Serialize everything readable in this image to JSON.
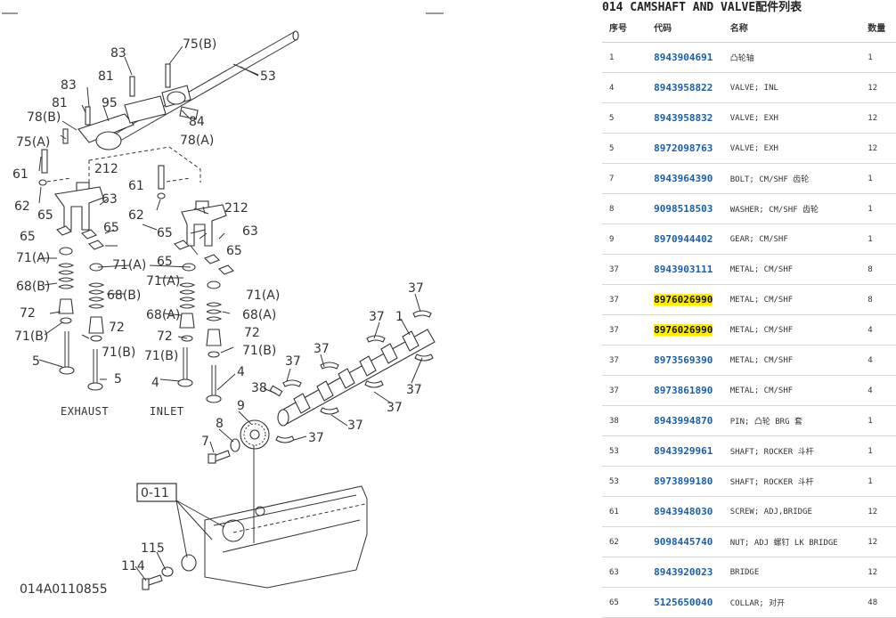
{
  "diagram": {
    "code": "014A0110855",
    "exhaust_label": "EXHAUST",
    "inlet_label": "INLET",
    "subassembly_label": "0-11",
    "callouts": [
      "83",
      "75(B)",
      "53",
      "81",
      "83",
      "95",
      "84",
      "78(B)",
      "78(A)",
      "81",
      "75(A)",
      "61",
      "212",
      "62",
      "63",
      "65",
      "65",
      "65",
      "71(A)",
      "71(A)",
      "68(B)",
      "68(B)",
      "72",
      "72",
      "71(B)",
      "71(B)",
      "5",
      "5",
      "61",
      "212",
      "62",
      "63",
      "65",
      "65",
      "65",
      "71(A)",
      "71(A)",
      "68(A)",
      "68(A)",
      "72",
      "72",
      "71(B)",
      "71(B)",
      "4",
      "4",
      "37",
      "37",
      "1",
      "37",
      "37",
      "38",
      "37",
      "37",
      "37",
      "9",
      "8",
      "7",
      "37",
      "115",
      "114"
    ]
  },
  "parts": {
    "title": "014 CAMSHAFT AND VALVE配件列表",
    "headers": {
      "seq": "序号",
      "code": "代码",
      "name": "名称",
      "qty": "数量"
    },
    "rows": [
      {
        "seq": "1",
        "code": "8943904691",
        "name": "凸轮轴",
        "qty": "1"
      },
      {
        "seq": "4",
        "code": "8943958822",
        "name": "VALVE; INL",
        "qty": "12"
      },
      {
        "seq": "5",
        "code": "8943958832",
        "name": "VALVE; EXH",
        "qty": "12"
      },
      {
        "seq": "5",
        "code": "8972098763",
        "name": "VALVE; EXH",
        "qty": "12"
      },
      {
        "seq": "7",
        "code": "8943964390",
        "name": "BOLT; CM/SHF 齿轮",
        "qty": "1"
      },
      {
        "seq": "8",
        "code": "9098518503",
        "name": "WASHER; CM/SHF 齿轮",
        "qty": "1"
      },
      {
        "seq": "9",
        "code": "8970944402",
        "name": "GEAR; CM/SHF",
        "qty": "1"
      },
      {
        "seq": "37",
        "code": "8943903111",
        "name": "METAL; CM/SHF",
        "qty": "8"
      },
      {
        "seq": "37",
        "code": "8976026990",
        "name": "METAL; CM/SHF",
        "qty": "8"
      },
      {
        "seq": "37",
        "code": "8976026990",
        "name": "METAL; CM/SHF",
        "qty": "4"
      },
      {
        "seq": "37",
        "code": "8973569390",
        "name": "METAL; CM/SHF",
        "qty": "4"
      },
      {
        "seq": "37",
        "code": "8973861890",
        "name": "METAL; CM/SHF",
        "qty": "4"
      },
      {
        "seq": "38",
        "code": "8943994870",
        "name": "PIN; 凸轮 BRG 套",
        "qty": "1"
      },
      {
        "seq": "53",
        "code": "8943929961",
        "name": "SHAFT; ROCKER 斗杆",
        "qty": "1"
      },
      {
        "seq": "53",
        "code": "8973899180",
        "name": "SHAFT; ROCKER 斗杆",
        "qty": "1"
      },
      {
        "seq": "61",
        "code": "8943948030",
        "name": "SCREW; ADJ,BRIDGE",
        "qty": "12"
      },
      {
        "seq": "62",
        "code": "9098445740",
        "name": "NUT; ADJ 螺钉 LK BRIDGE",
        "qty": "12"
      },
      {
        "seq": "63",
        "code": "8943920023",
        "name": "BRIDGE",
        "qty": "12"
      },
      {
        "seq": "65",
        "code": "5125650040",
        "name": "COLLAR; 对开",
        "qty": "48"
      }
    ]
  },
  "colors": {
    "link": "#1a5fa8",
    "highlight": "#ffee00"
  }
}
